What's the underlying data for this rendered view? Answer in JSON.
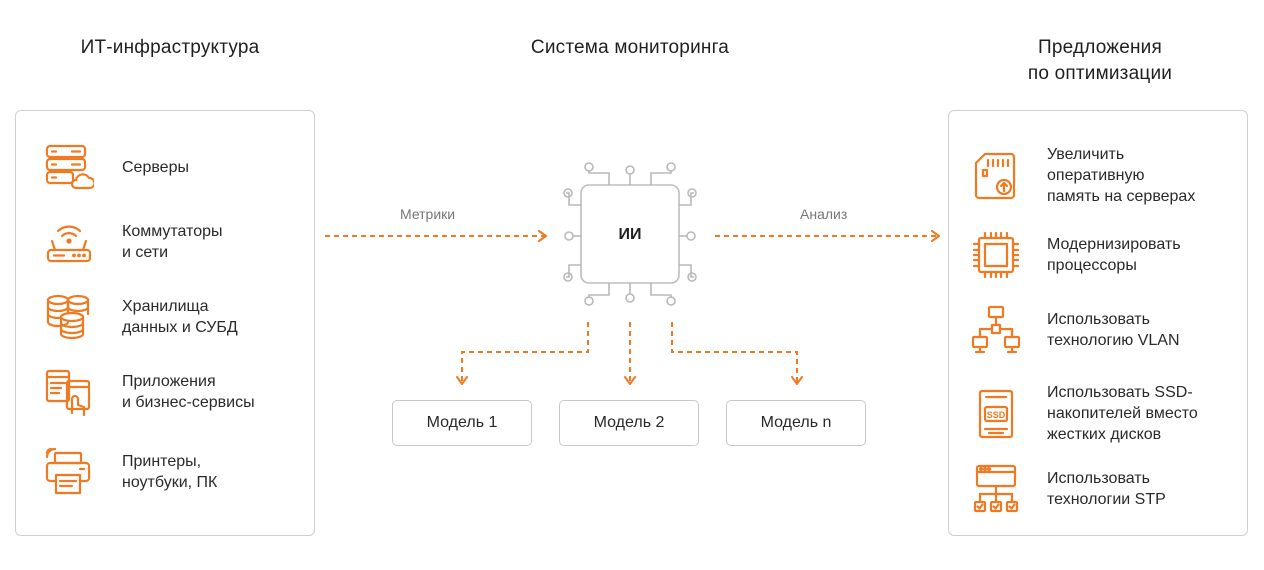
{
  "headings": {
    "left": "ИТ-инфраструктура",
    "center": "Система мониторинга",
    "right": "Предложения\nпо оптимизации"
  },
  "infrastructure": [
    {
      "icon": "server-cloud-icon",
      "label": "Серверы"
    },
    {
      "icon": "router-wifi-icon",
      "label": "Коммутаторы\nи сети"
    },
    {
      "icon": "database-stack-icon",
      "label": "Хранилища\nданных и СУБД"
    },
    {
      "icon": "app-window-touch-icon",
      "label": "Приложения\nи бизнес-сервисы"
    },
    {
      "icon": "printer-icon",
      "label": "Принтеры,\nноутбуки, ПК"
    }
  ],
  "monitoring": {
    "chip_label": "ИИ",
    "metrics_label": "Метрики",
    "analysis_label": "Анализ",
    "models": [
      "Модель 1",
      "Модель 2",
      "Модель n"
    ]
  },
  "optimizations": [
    {
      "icon": "memory-card-upgrade-icon",
      "label": "Увеличить\nоперативную\nпамять на серверах"
    },
    {
      "icon": "cpu-chip-icon",
      "label": "Модернизировать\nпроцессоры"
    },
    {
      "icon": "network-tree-icon",
      "label": "Использовать\nтехнологию VLAN"
    },
    {
      "icon": "ssd-drive-icon",
      "label": "Использовать SSD-\nнакопителей вместо\nжестких дисков"
    },
    {
      "icon": "stp-topology-icon",
      "label": "Использовать\nтехнологии STP"
    }
  ],
  "colors": {
    "accent": "#f07a22",
    "border": "#cfcfcf",
    "text": "#222222",
    "muted": "#777777"
  }
}
